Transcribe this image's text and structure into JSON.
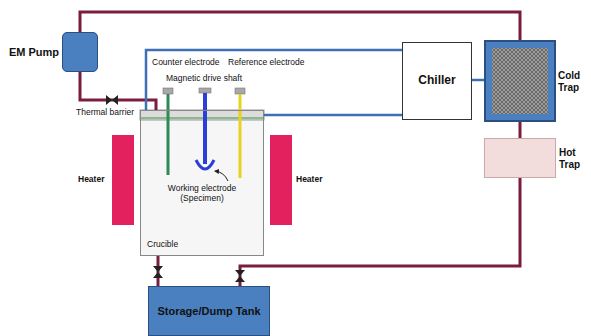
{
  "diagram": {
    "nodes": [
      {
        "text": [
          "EM Pump"
        ]
      },
      {
        "text": [
          "Chiller"
        ]
      },
      {
        "text": [
          "Cold Trap"
        ]
      },
      {
        "text": [
          "Hot Trap"
        ]
      },
      {
        "text": [
          "Crucible"
        ]
      },
      {
        "text": [
          "Storage/Dump Tank"
        ]
      }
    ],
    "edges": [
      {
        "from": 0,
        "to": 2,
        "arrow": "none"
      },
      {
        "from": 2,
        "to": 3,
        "arrow": "none"
      },
      {
        "from": 3,
        "to": 5,
        "arrow": "none"
      },
      {
        "from": 0,
        "to": 4,
        "arrow": "none"
      },
      {
        "from": 4,
        "to": 5,
        "arrow": "none"
      },
      {
        "from": 1,
        "to": 4,
        "arrow": "none"
      },
      {
        "from": 1,
        "to": 4,
        "arrow": "none"
      },
      {
        "from": 1,
        "to": 2,
        "arrow": "none"
      }
    ],
    "labels": [
      "Counter electrode",
      "Reference electrode",
      "Magnetic drive shaft",
      "Thermal barrier",
      "Heater",
      "Heater",
      "Working electrode (Specimen)"
    ]
  }
}
